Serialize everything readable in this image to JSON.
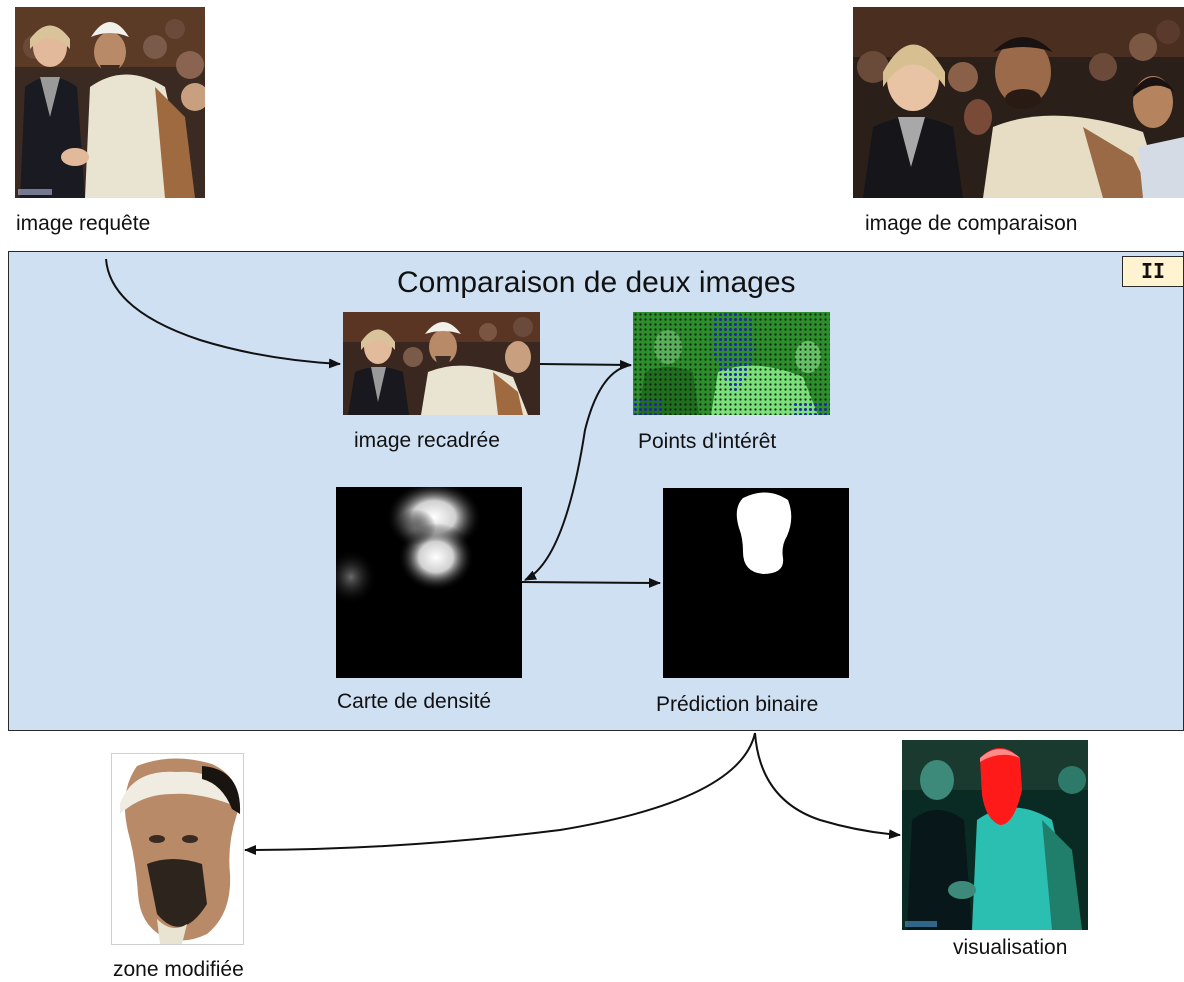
{
  "labels": {
    "query_image": "image requête",
    "comparison_image": "image de comparaison",
    "cropped_image": "image recadrée",
    "interest_points": "Points d'intérêt",
    "density_map": "Carte de densité",
    "binary_prediction": "Prédiction binaire",
    "modified_zone": "zone modifiée",
    "visualisation": "visualisation"
  },
  "panel": {
    "title": "Comparaison de deux images",
    "badge": "II"
  },
  "images": {
    "query": "photo of two people shaking hands in a crowd",
    "comparison": "photo of a crowd with two people in front",
    "cropped": "cropped photo of the query image",
    "interest_points": "green-tinted photo with blue keypoint dots",
    "density_map": "grayscale heatmap with bright blobs",
    "binary_prediction": "black mask with white blob",
    "modified_zone": "cut-out of the face region",
    "visualisation": "cyan-tinted photo with red highlighted region"
  },
  "colors": {
    "panel_bg": "#cfe0f3",
    "badge_bg": "#fff3d1",
    "arrow": "#111111"
  }
}
